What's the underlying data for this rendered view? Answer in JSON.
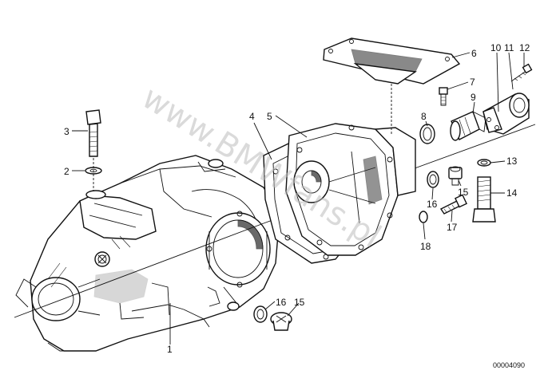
{
  "diagram": {
    "callouts": [
      {
        "id": "p1",
        "label": "1"
      },
      {
        "id": "p2",
        "label": "2"
      },
      {
        "id": "p3",
        "label": "3"
      },
      {
        "id": "p4",
        "label": "4"
      },
      {
        "id": "p5",
        "label": "5"
      },
      {
        "id": "p6",
        "label": "6"
      },
      {
        "id": "p7",
        "label": "7"
      },
      {
        "id": "p8",
        "label": "8"
      },
      {
        "id": "p9",
        "label": "9"
      },
      {
        "id": "p10",
        "label": "10"
      },
      {
        "id": "p11",
        "label": "11"
      },
      {
        "id": "p12",
        "label": "12"
      },
      {
        "id": "p13",
        "label": "13"
      },
      {
        "id": "p14",
        "label": "14"
      },
      {
        "id": "p15a",
        "label": "15"
      },
      {
        "id": "p16a",
        "label": "16"
      },
      {
        "id": "p17",
        "label": "17"
      },
      {
        "id": "p18",
        "label": "18"
      },
      {
        "id": "p15b",
        "label": "15"
      },
      {
        "id": "p16b",
        "label": "16"
      }
    ],
    "reference_code": "00004090",
    "watermark": "www.BMWfans.pl"
  }
}
